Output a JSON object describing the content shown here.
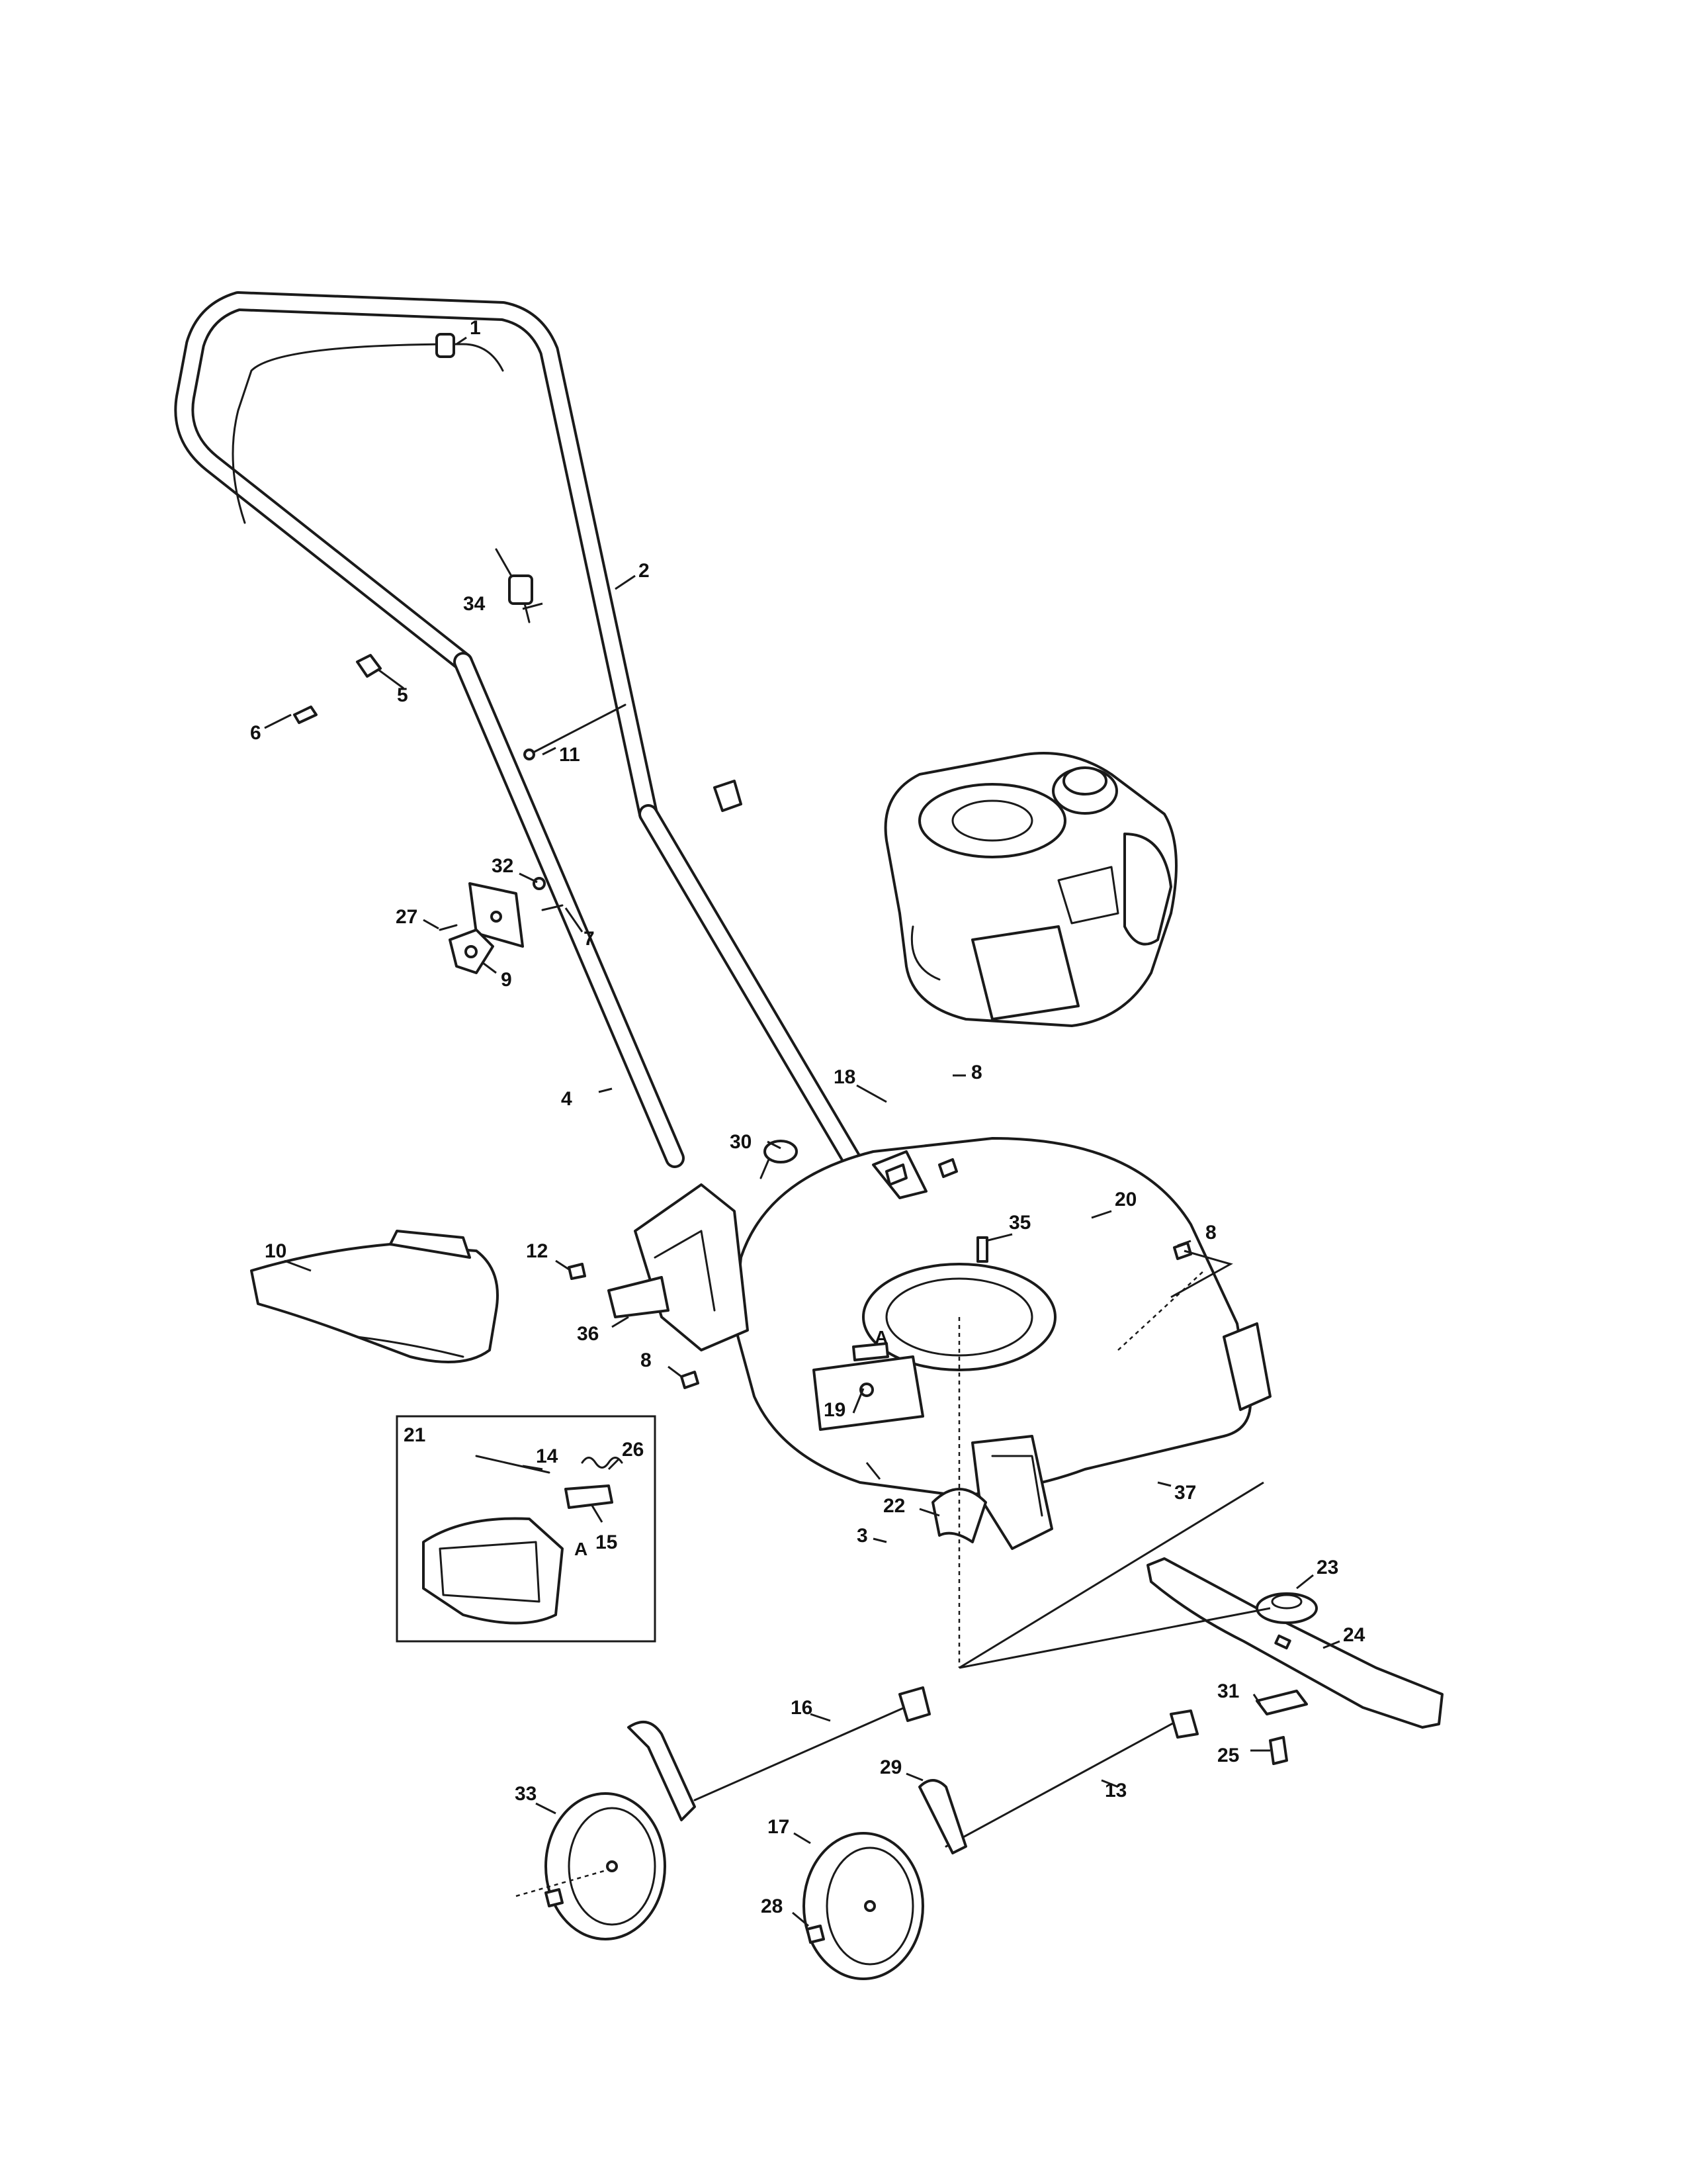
{
  "callouts": {
    "c1": "1",
    "c2": "2",
    "c3": "3",
    "c4": "4",
    "c5": "5",
    "c6": "6",
    "c7": "7",
    "c8a": "8",
    "c8b": "8",
    "c8c": "8",
    "c9": "9",
    "c10": "10",
    "c11": "11",
    "c12": "12",
    "c13": "13",
    "c14": "14",
    "c15": "15",
    "c16": "16",
    "c17": "17",
    "c18": "18",
    "c19": "19",
    "c20": "20",
    "c21": "21",
    "c22": "22",
    "c23": "23",
    "c24": "24",
    "c25": "25",
    "c26": "26",
    "c27": "27",
    "c28": "28",
    "c29": "29",
    "c30": "30",
    "c31": "31",
    "c32": "32",
    "c33": "33",
    "c34": "34",
    "c35": "35",
    "c36": "36",
    "c37": "37"
  },
  "reference_marks": {
    "a_deck": "A",
    "a_inset": "A"
  },
  "palette": {
    "line": "#1a1a1a",
    "background": "#ffffff"
  }
}
